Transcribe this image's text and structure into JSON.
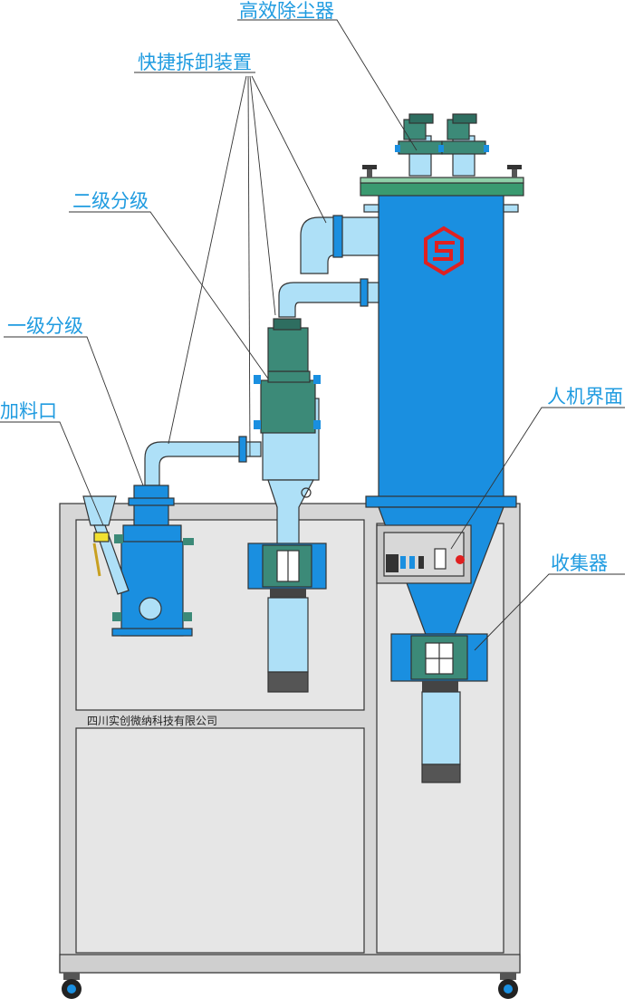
{
  "labels": {
    "dust_collector": "高效除尘器",
    "quick_release": "快捷拆卸装置",
    "secondary_classifier": "二级分级",
    "primary_classifier": "一级分级",
    "feed_port": "加料口",
    "hmi": "人机界面",
    "collector": "收集器"
  },
  "company": "四川实创微纳科技有限公司",
  "colors": {
    "blue": "#1a8fe0",
    "light_blue": "#aee0f7",
    "green": "#3c8a78",
    "dark_green": "#2e6e60",
    "frame": "#d8d8d8",
    "callout_text": "#1f9be0",
    "logo_red": "#e02020"
  }
}
